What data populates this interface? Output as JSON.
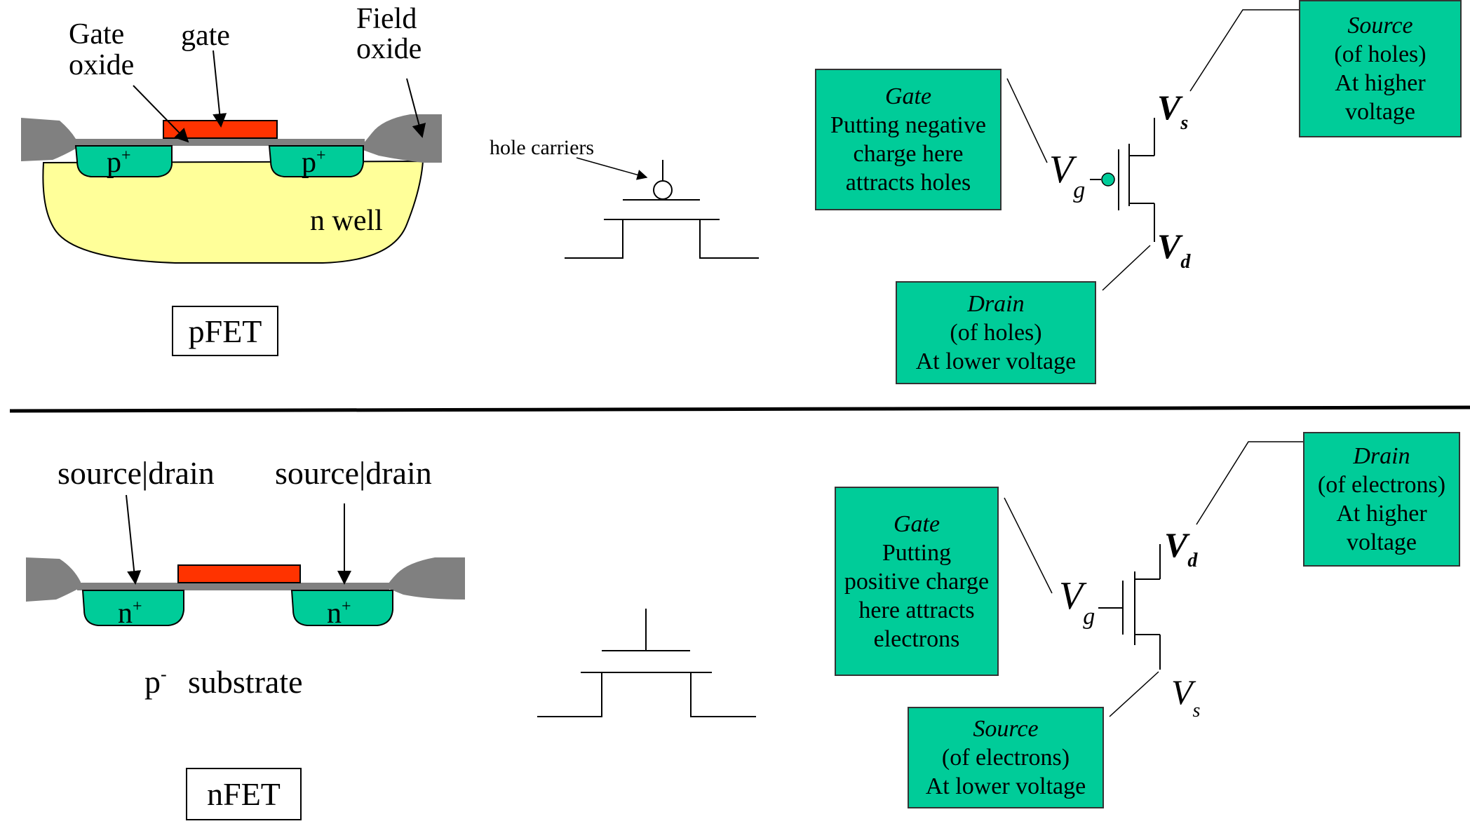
{
  "pfet": {
    "labels": {
      "gate_oxide_line1": "Gate",
      "gate_oxide_line2": "oxide",
      "gate": "gate",
      "field_oxide_line1": "Field",
      "field_oxide_line2": "oxide",
      "p_left": "p",
      "p_right": "p",
      "plus": "+",
      "n_well": "n well",
      "hole_carriers": "hole carriers"
    },
    "title": "pFET",
    "vs": {
      "main": "V",
      "sub": "s"
    },
    "vd": {
      "main": "V",
      "sub": "d"
    },
    "vg": {
      "main": "V",
      "sub": "g"
    },
    "gate_box": {
      "title": "Gate",
      "lines": [
        "Putting negative",
        "charge here",
        "attracts holes"
      ]
    },
    "source_box": {
      "title": "Source",
      "lines": [
        "(of holes)",
        "At higher",
        "voltage"
      ]
    },
    "drain_box": {
      "title": "Drain",
      "lines": [
        "(of holes)",
        "At lower voltage"
      ]
    }
  },
  "nfet": {
    "labels": {
      "source_drain_left": "source|drain",
      "source_drain_right": "source|drain",
      "n_left": "n",
      "n_right": "n",
      "plus": "+",
      "p": "p",
      "minus": "-",
      "substrate": "substrate"
    },
    "title": "nFET",
    "vd": {
      "main": "V",
      "sub": "d"
    },
    "vs": {
      "main": "V",
      "sub": "s"
    },
    "vg": {
      "main": "V",
      "sub": "g"
    },
    "gate_box": {
      "title": "Gate",
      "lines": [
        "Putting",
        "positive charge",
        "here attracts",
        "electrons"
      ]
    },
    "drain_box": {
      "title": "Drain",
      "lines": [
        "(of electrons)",
        "At higher",
        "voltage"
      ]
    },
    "source_box": {
      "title": "Source",
      "lines": [
        "(of electrons)",
        "At lower voltage"
      ]
    }
  },
  "colors": {
    "gate_red": "#ff3300",
    "oxide_gray": "#808080",
    "diffusion_green": "#00cc99",
    "nwell_yellow": "#ffff99",
    "callout_green": "#00cc99"
  }
}
